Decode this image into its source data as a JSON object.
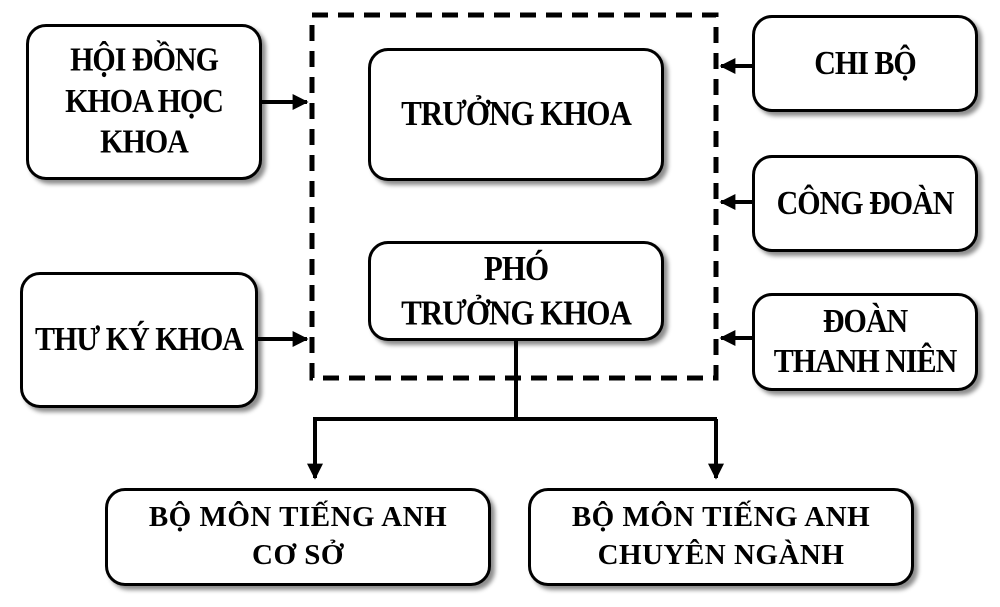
{
  "diagram": {
    "council_line1": "HỘI ĐỒNG",
    "council_line2": "KHOA HỌC",
    "council_line3": "KHOA",
    "secretary": "THƯ KÝ KHOA",
    "dean": "TRƯỞNG KHOA",
    "vice_line1": "PHÓ",
    "vice_line2": "TRƯỞNG KHOA",
    "party_cell": "CHI BỘ",
    "trade_union": "CÔNG ĐOÀN",
    "youth_line1": "ĐOÀN",
    "youth_line2": "THANH NIÊN",
    "dept_basic_line1": "BỘ MÔN TIẾNG ANH",
    "dept_basic_line2": "CƠ SỞ",
    "dept_special_line1": "BỘ MÔN TIẾNG ANH",
    "dept_special_line2": "CHUYÊN NGÀNH"
  },
  "colors": {
    "line": "#000000",
    "fill": "#ffffff"
  }
}
